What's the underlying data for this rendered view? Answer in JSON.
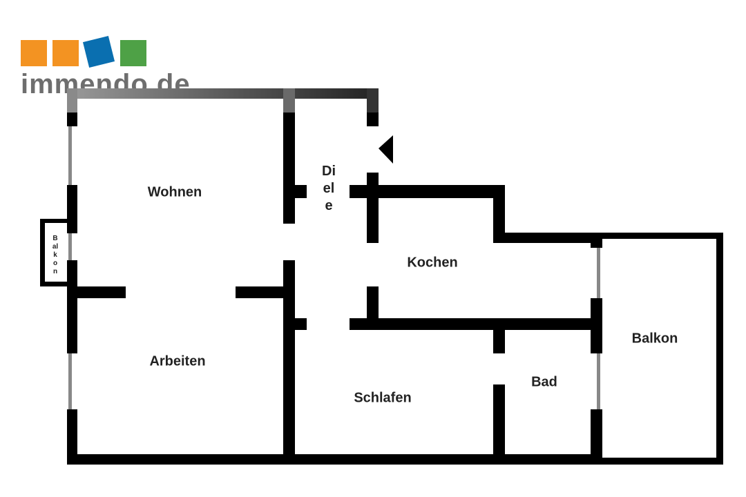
{
  "logo": {
    "text": "immendo.de",
    "colors": [
      "#f39322",
      "#f39322",
      "#0a6fb0",
      "#4ea146"
    ]
  },
  "rooms": {
    "wohnen": "Wohnen",
    "arbeiten": "Arbeiten",
    "diele": "Diele",
    "kochen": "Kochen",
    "schlafen": "Schlafen",
    "bad": "Bad",
    "balkon": "Balkon",
    "balkon_small": "Balkon"
  },
  "colors": {
    "wall": "#000000",
    "window": "#888888",
    "label": "#222222"
  }
}
